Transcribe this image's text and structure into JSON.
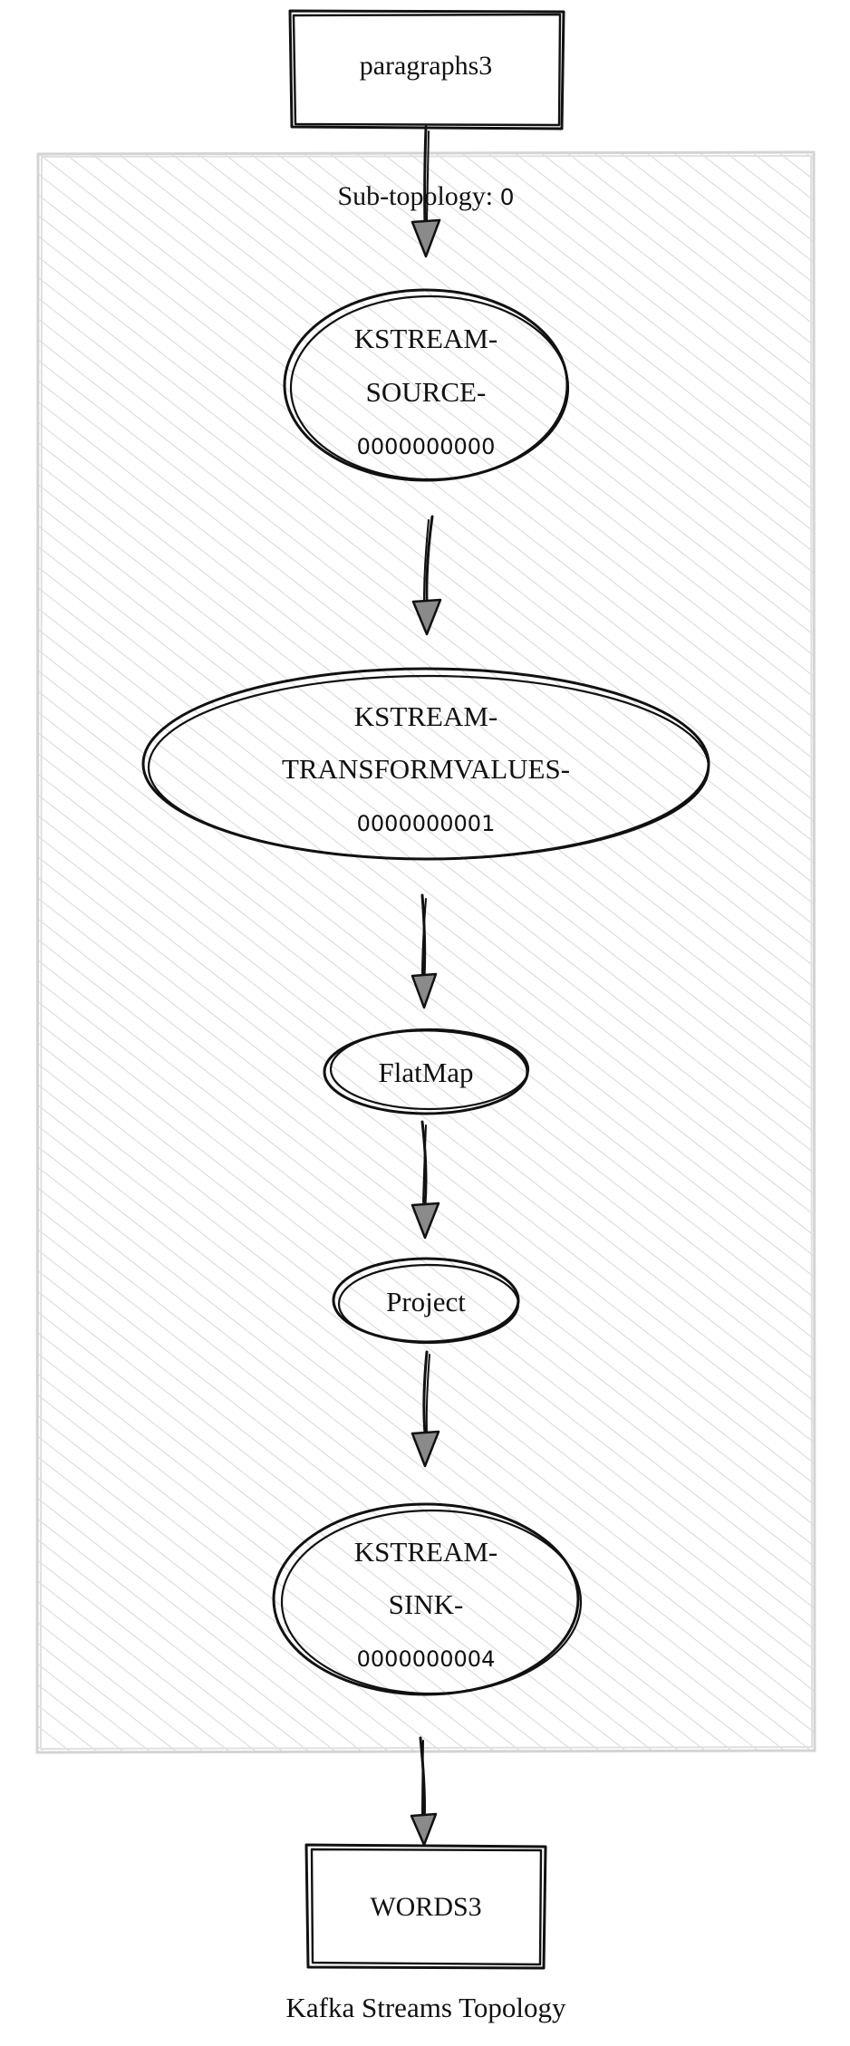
{
  "title": "Kafka Streams Topology",
  "source_topic": "paragraphs3",
  "sink_topic": "WORDS3",
  "subtopology": {
    "label_prefix": "Sub-topology: ",
    "label_id": "0"
  },
  "nodes": [
    {
      "id": "source",
      "lines": [
        "KSTREAM-",
        "SOURCE-",
        "0000000000"
      ]
    },
    {
      "id": "transform",
      "lines": [
        "KSTREAM-",
        "TRANSFORMVALUES-",
        "0000000001"
      ]
    },
    {
      "id": "flatmap",
      "lines": [
        "FlatMap"
      ]
    },
    {
      "id": "project",
      "lines": [
        "Project"
      ]
    },
    {
      "id": "sink",
      "lines": [
        "KSTREAM-",
        "SINK-",
        "0000000004"
      ]
    }
  ],
  "colors": {
    "ink": "#111111",
    "frame": "#d6d6d6",
    "hatch": "#d9d9d9",
    "arrowhead_fill": "#8a8a8a"
  }
}
